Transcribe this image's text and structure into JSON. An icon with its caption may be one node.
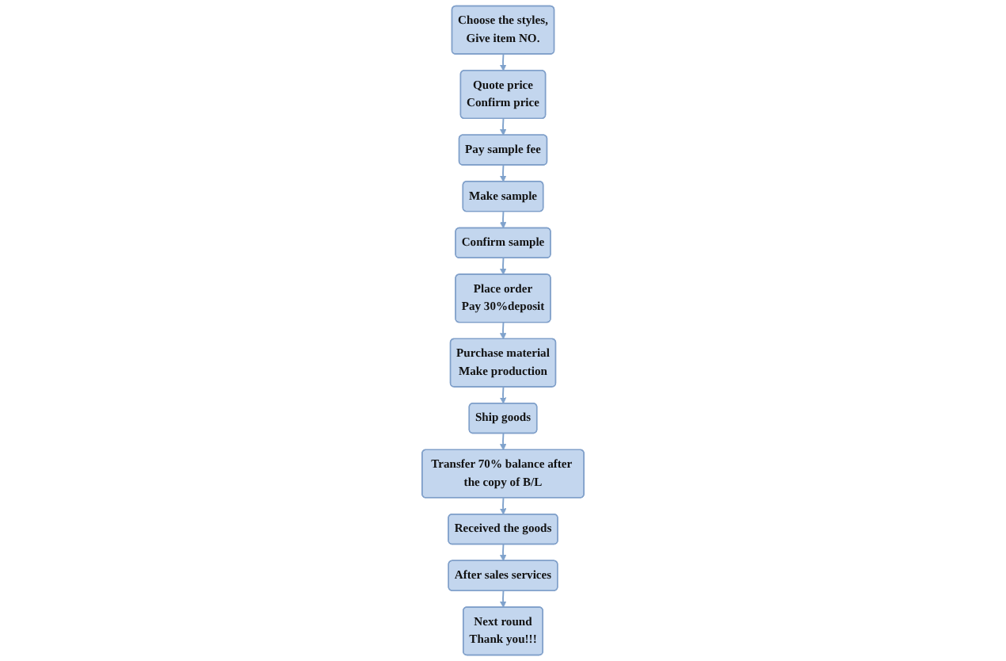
{
  "diagram": {
    "nodes": [
      {
        "text": [
          "Choose the styles,",
          "Give item NO."
        ]
      },
      {
        "text": [
          "Quote price",
          "Confirm price"
        ]
      },
      {
        "text": [
          "Pay sample fee"
        ]
      },
      {
        "text": [
          "Make sample"
        ]
      },
      {
        "text": [
          "Confirm sample"
        ]
      },
      {
        "text": [
          "Place order",
          "Pay 30%deposit"
        ]
      },
      {
        "text": [
          "Purchase material",
          "Make production"
        ]
      },
      {
        "text": [
          "Ship goods"
        ]
      },
      {
        "text": [
          "Transfer 70% balance after the copy of B/L"
        ]
      },
      {
        "text": [
          "Received the goods"
        ]
      },
      {
        "text": [
          "After sales services"
        ]
      },
      {
        "text": [
          "Next round",
          "Thank you!!!"
        ]
      }
    ],
    "edges": [
      {
        "from": 0,
        "to": 1,
        "arrow": "to"
      },
      {
        "from": 1,
        "to": 2,
        "arrow": "to"
      },
      {
        "from": 2,
        "to": 3,
        "arrow": "to"
      },
      {
        "from": 3,
        "to": 4,
        "arrow": "to"
      },
      {
        "from": 4,
        "to": 5,
        "arrow": "to"
      },
      {
        "from": 5,
        "to": 6,
        "arrow": "to"
      },
      {
        "from": 6,
        "to": 7,
        "arrow": "to"
      },
      {
        "from": 7,
        "to": 8,
        "arrow": "to"
      },
      {
        "from": 8,
        "to": 9,
        "arrow": "to"
      },
      {
        "from": 9,
        "to": 10,
        "arrow": "to"
      },
      {
        "from": 10,
        "to": 11,
        "arrow": "to"
      }
    ]
  }
}
